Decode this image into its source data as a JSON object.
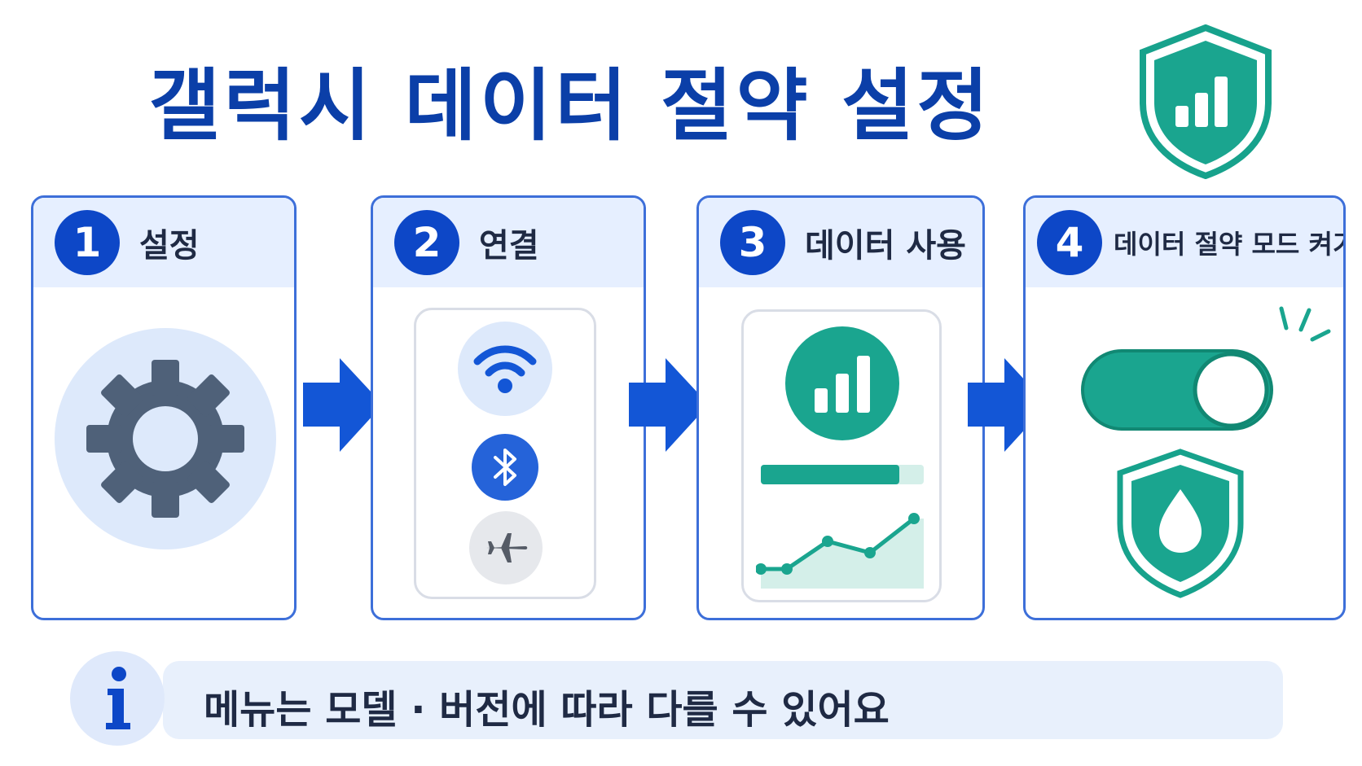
{
  "title": "갤럭시 데이터 절약 설정",
  "steps": [
    {
      "number": "1",
      "label": "설정"
    },
    {
      "number": "2",
      "label": "연결"
    },
    {
      "number": "3",
      "label": "데이터 사용"
    },
    {
      "number": "4",
      "label": "데이터 절약 모드 켜기"
    }
  ],
  "note": {
    "text": "메뉴는 모델 · 버전에 따라 다를 수 있어요"
  },
  "icons": {
    "title": "shield-signal-icon",
    "step1": "gear-icon",
    "step2": [
      "wifi-icon",
      "bluetooth-icon",
      "airplane-icon"
    ],
    "step3": [
      "signal-bars-icon",
      "usage-bar-icon",
      "line-chart-icon"
    ],
    "step4": [
      "toggle-switch-icon",
      "shield-drop-icon"
    ],
    "note": "info-icon"
  },
  "colors": {
    "title": "#0b3fa8",
    "accent_blue": "#0d47c7",
    "teal": "#1aa58f",
    "card_border": "#3d6fd9",
    "header_bg": "#e6efff"
  }
}
